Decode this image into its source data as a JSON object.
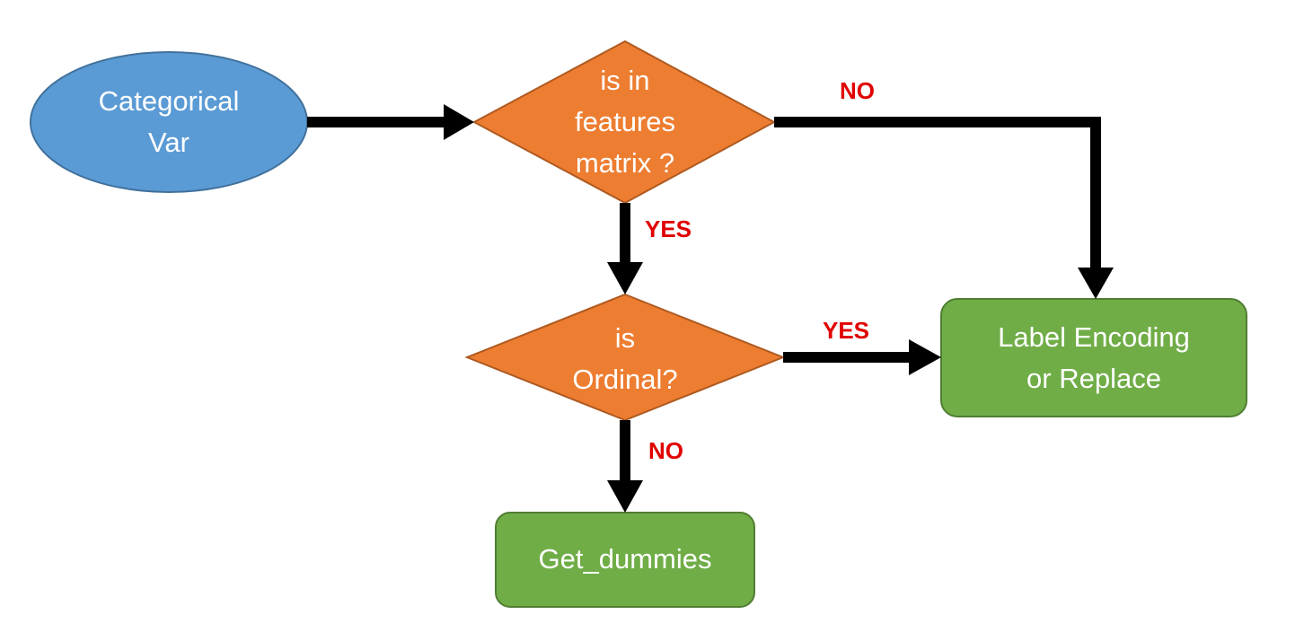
{
  "colors": {
    "start_fill": "#5b9bd5",
    "start_stroke": "#41719c",
    "decision_fill": "#ed7d31",
    "decision_stroke": "#ae5a21",
    "process_fill": "#70ad47",
    "process_stroke": "#507e32",
    "arrow": "#000000",
    "label": "#e00000"
  },
  "nodes": {
    "start": {
      "line1": "Categorical",
      "line2": "Var"
    },
    "decision_features": {
      "line1": "is in",
      "line2": "features",
      "line3": "matrix ?"
    },
    "decision_ordinal": {
      "line1": "is",
      "line2": "Ordinal?"
    },
    "label_encoding": {
      "line1": "Label Encoding",
      "line2": "or Replace"
    },
    "get_dummies": {
      "line1": "Get_dummies"
    }
  },
  "edge_labels": {
    "features_no": "NO",
    "features_yes": "YES",
    "ordinal_yes": "YES",
    "ordinal_no": "NO"
  }
}
